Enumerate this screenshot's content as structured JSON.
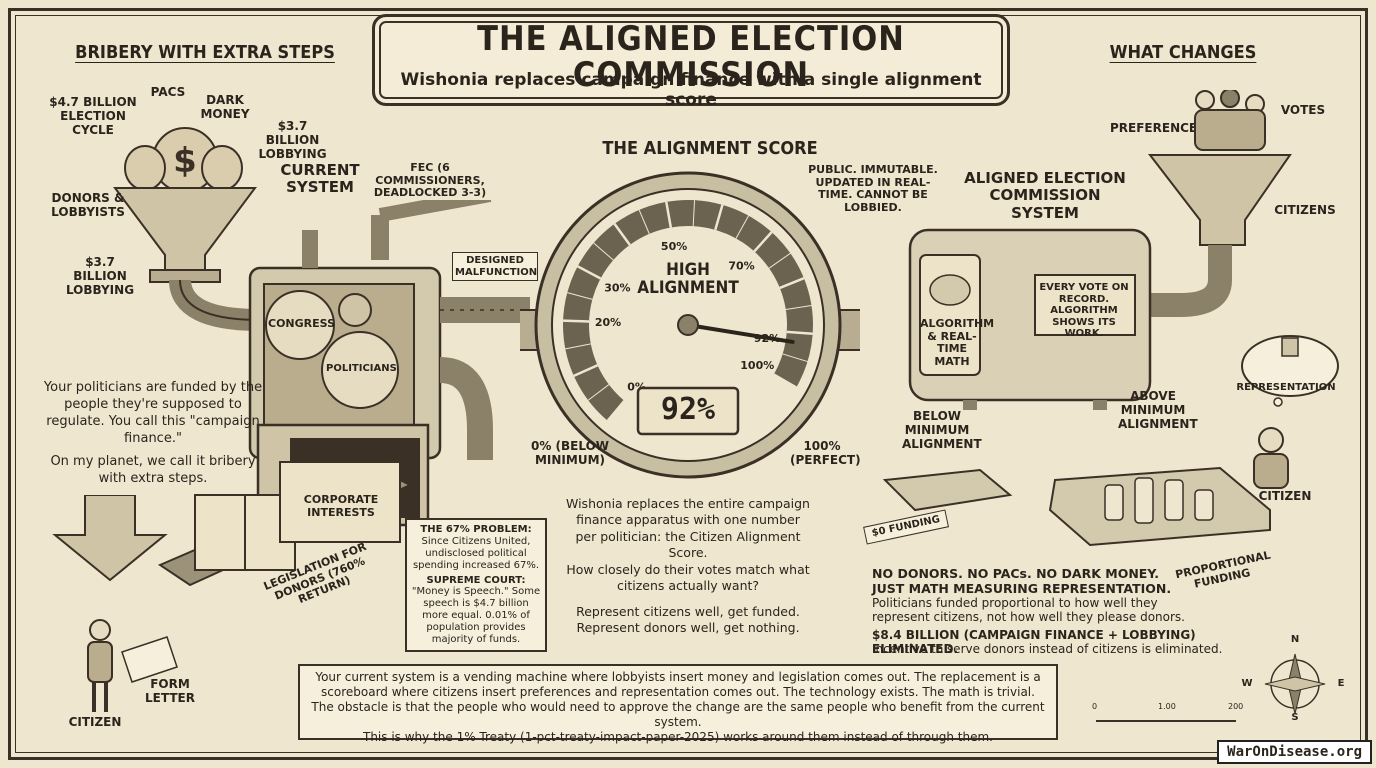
{
  "header": {
    "title": "THE ALIGNED ELECTION COMMISSION",
    "subtitle": "Wishonia replaces campaign finance with a single alignment score"
  },
  "left": {
    "section_title": "BRIBERY WITH EXTRA STEPS",
    "money_labels": {
      "election_cycle": "$4.7 BILLION ELECTION CYCLE",
      "pacs": "PACs",
      "dark_money": "DARK MONEY",
      "lobbying_top": "$3.7 BILLION LOBBYING"
    },
    "donors_label": "DONORS & LOBBYISTS",
    "lobbying_label": "$3.7 BILLION LOBBYING",
    "current_system": "CURRENT SYSTEM",
    "fec_label": "FEC (6 COMMISSIONERS, DEADLOCKED 3-3)",
    "malfunction_tag": "DESIGNED MALFUNCTION",
    "gear_congress": "CONGRESS",
    "gear_politicians": "POLITICIANS",
    "box_interests": "CORPORATE INTERESTS",
    "belt_label": "LEGISLATION FOR DONORS (760% RETURN)",
    "paragraph_1": "Your politicians are funded by the people they're supposed to regulate. You call this \"campaign finance.\"",
    "paragraph_2": "On my planet, we call it bribery with extra steps.",
    "form_letter": "FORM LETTER",
    "citizen": "CITIZEN",
    "problem_box": {
      "title": "THE 67% PROBLEM:",
      "text": "Since Citizens United, undisclosed political spending increased 67%.",
      "court_title": "SUPREME COURT:",
      "court_text": "\"Money is Speech.\" Some speech is $4.7 billion more equal. 0.01% of population provides majority of funds."
    }
  },
  "gauge": {
    "title": "THE ALIGNMENT SCORE",
    "note": "PUBLIC. IMMUTABLE. UPDATED IN REAL-TIME. CANNOT BE LOBBIED.",
    "center_label": "HIGH ALIGNMENT",
    "readout": "92%",
    "value": 92,
    "ticks": [
      "0%",
      "20%",
      "30%",
      "50%",
      "70%",
      "92%",
      "100%"
    ],
    "min_label": "0% (BELOW MINIMUM)",
    "max_label": "100% (PERFECT)",
    "description": "Wishonia replaces the entire campaign finance apparatus with one number per politician: the Citizen Alignment Score.",
    "question": "How closely do their votes match what citizens actually want?",
    "rule_1": "Represent citizens well, get funded.",
    "rule_2": "Represent donors well, get nothing."
  },
  "right": {
    "section_title": "WHAT CHANGES",
    "preferences": "PREFERENCES",
    "votes": "VOTES",
    "citizens": "CITIZENS",
    "system_title": "ALIGNED ELECTION COMMISSION SYSTEM",
    "algorithm": "ALGORITHM & REAL-TIME MATH",
    "record_sign": "EVERY VOTE ON RECORD. ALGORITHM SHOWS ITS WORK.",
    "representation": "REPRESENTATION",
    "citizen": "CITIZEN",
    "below_min": "BELOW MINIMUM ALIGNMENT",
    "above_min": "ABOVE MINIMUM ALIGNMENT",
    "zero_funding": "$0 FUNDING",
    "proportional": "PROPORTIONAL FUNDING",
    "statement_1": "NO DONORS. NO PACs. NO DARK MONEY. JUST MATH MEASURING REPRESENTATION.",
    "statement_2": "Politicians funded proportional to how well they represent citizens, not how well they please donors.",
    "statement_3": "$8.4 BILLION (CAMPAIGN FINANCE + LOBBYING) ELIMINATED.",
    "statement_4": "Incentive to serve donors instead of citizens is eliminated."
  },
  "footer": {
    "summary": "Your current system is a vending machine where lobbyists insert money and legislation comes out. The replacement is a scoreboard where citizens insert preferences and representation comes out. The technology exists. The math is trivial. The obstacle is that the people who would need to approve the change are the same people who benefit from the current system.",
    "treaty_line": "This is why the 1% Treaty (1-pct-treaty-impact-paper-2025) works around them instead of through them.",
    "compass": {
      "n": "N",
      "e": "E",
      "s": "S",
      "w": "W"
    },
    "scale": [
      "0",
      "1.00",
      "200"
    ],
    "badge": "WarOnDisease.org"
  }
}
